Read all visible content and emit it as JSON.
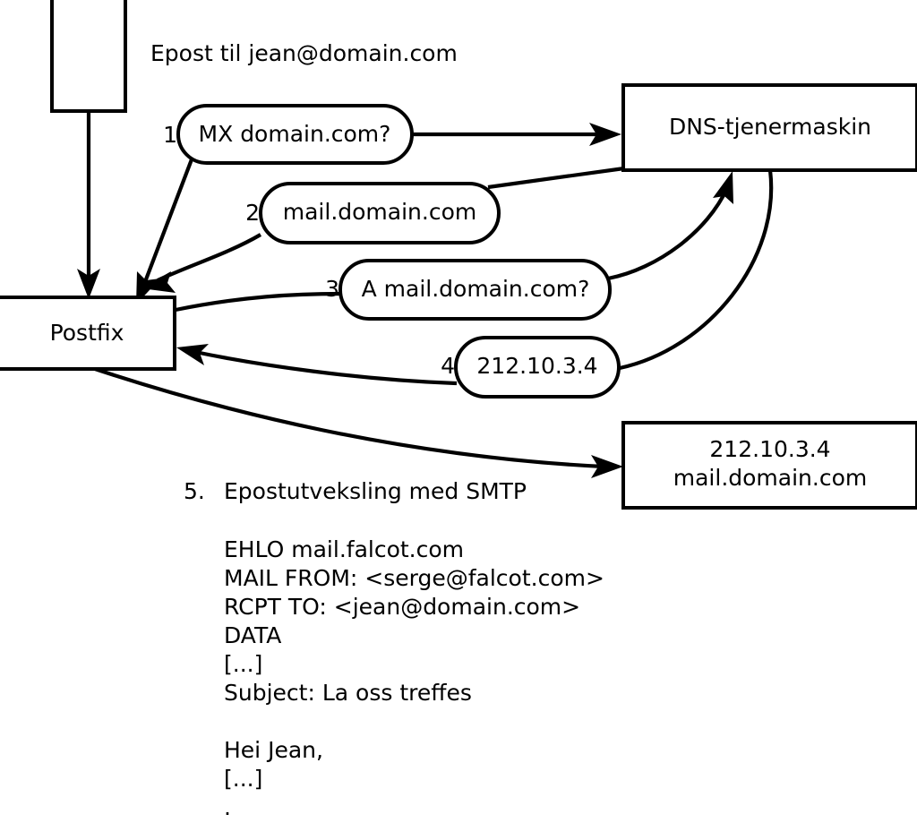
{
  "diagram": {
    "title_note": "Epost til jean@domain.com",
    "nodes": {
      "client_box": {
        "label": ""
      },
      "postfix_box": {
        "label": "Postfix"
      },
      "dns_box": {
        "label": "DNS-tjenermaskin"
      },
      "target_box": {
        "line1": "212.10.3.4",
        "line2": "mail.domain.com"
      }
    },
    "steps": [
      {
        "number": "1.",
        "label": "MX domain.com?"
      },
      {
        "number": "2.",
        "label": "mail.domain.com"
      },
      {
        "number": "3.",
        "label": "A mail.domain.com?"
      },
      {
        "number": "4.",
        "label": "212.10.3.4"
      }
    ],
    "step5": {
      "number": "5.",
      "label": "Epostutveksling med SMTP"
    },
    "smtp_transcript": [
      "EHLO mail.falcot.com",
      "MAIL FROM: <serge@falcot.com>",
      "RCPT TO: <jean@domain.com>",
      "DATA",
      "[...]",
      "Subject: La oss treffes",
      "",
      "Hei Jean,",
      "[...]",
      "."
    ],
    "colors": {
      "stroke": "#000000",
      "fill": "#ffffff",
      "text": "#000000"
    }
  }
}
